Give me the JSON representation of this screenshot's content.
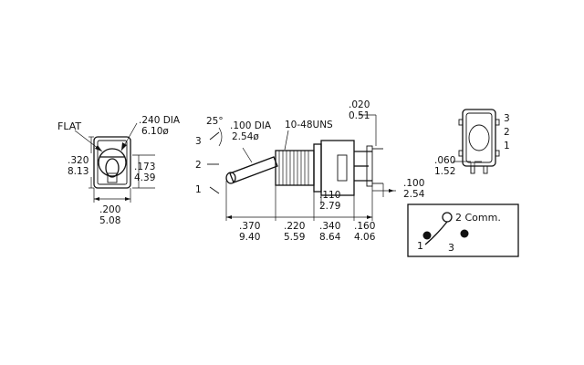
{
  "front_view": {
    "flat_label": "FLAT",
    "height_in": ".320",
    "height_mm": "8.13",
    "bushing_in": ".240 DIA",
    "bushing_mm": "6.10ø",
    "depth_in": ".173",
    "depth_mm": "4.39",
    "width_in": ".200",
    "width_mm": "5.08"
  },
  "side_view": {
    "angle": "25°",
    "pos_3": "3",
    "pos_2": "2",
    "pos_1": "1",
    "lever_dia_in": ".100 DIA",
    "lever_dia_mm": "2.54ø",
    "thread": "10-48UNS",
    "term_thk_in": ".020",
    "term_thk_mm": "0.51",
    "term_gap_in": ".110",
    "term_gap_mm": "2.79",
    "lever_len_in": ".370",
    "lever_len_mm": "9.40",
    "bushing_len_in": ".220",
    "bushing_len_mm": "5.59",
    "body_len_in": ".340",
    "body_len_mm": "8.64",
    "term_len_in": ".160",
    "term_len_mm": "4.06",
    "pin_pitch_in": ".100",
    "pin_pitch_mm": "2.54"
  },
  "rear_view": {
    "pin_3": "3",
    "pin_2": "2",
    "pin_1": "1",
    "pin_w_in": ".060",
    "pin_w_mm": "1.52"
  },
  "schematic": {
    "pin_1": "1",
    "pin_2": "2 Comm.",
    "pin_3": "3"
  }
}
